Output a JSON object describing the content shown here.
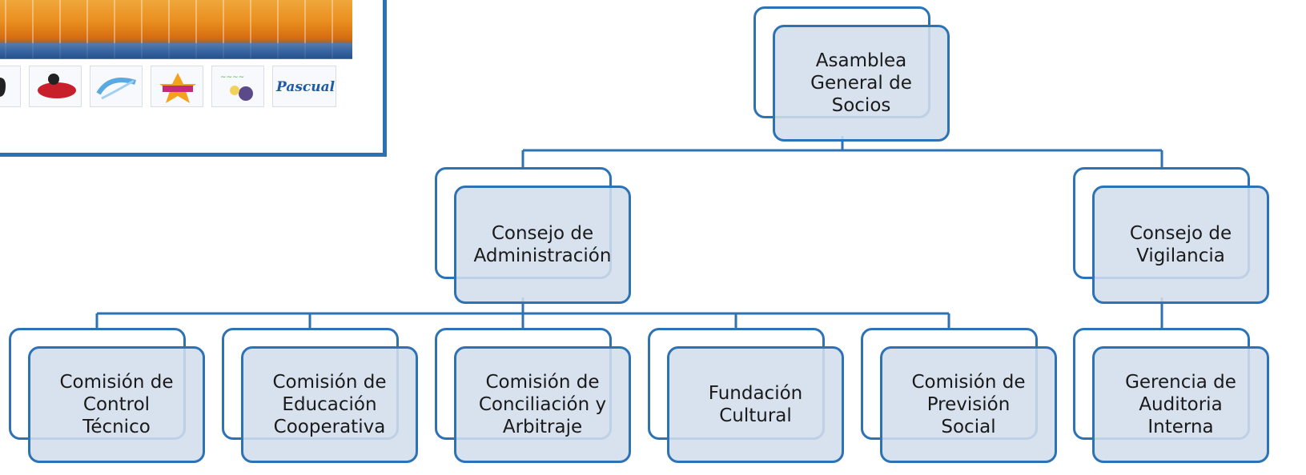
{
  "photo_panel": {
    "logo_text": "Pascual"
  },
  "org_chart": {
    "root": {
      "label": "Asamblea\nGeneral  de\nSocios"
    },
    "level2": [
      {
        "label": "Consejo de\nAdministración"
      },
      {
        "label": "Consejo de\nVigilancia"
      }
    ],
    "level3": [
      {
        "label": "Comisión de\nControl\nTécnico"
      },
      {
        "label": "Comisión de\nEducación\nCooperativa"
      },
      {
        "label": "Comisión de\nConciliación y\nArbitraje"
      },
      {
        "label": "Fundación\nCultural"
      },
      {
        "label": "Comisión de\nPrevisión\nSocial"
      },
      {
        "label": "Gerencia de\nAuditoria\nInterna"
      }
    ]
  },
  "colors": {
    "border": "#2d72b5",
    "fill": "#d3ddec",
    "frame": "#2a72b3"
  }
}
